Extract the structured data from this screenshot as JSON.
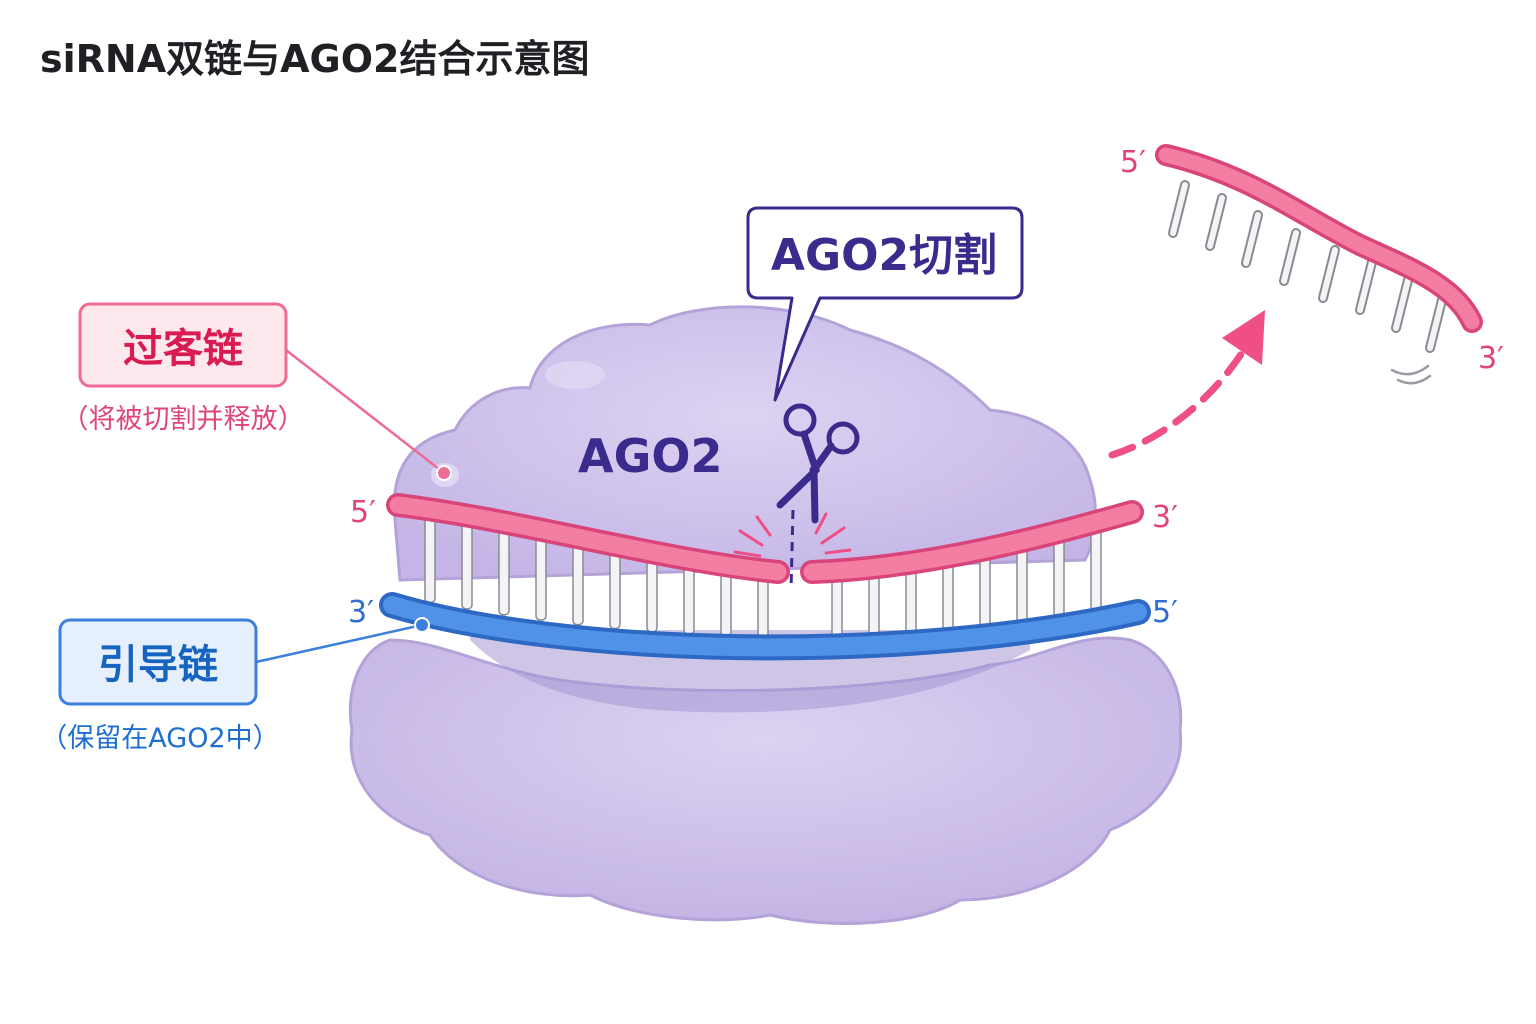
{
  "title": "siRNA双链与AGO2结合示意图",
  "protein": {
    "label": "AGO2",
    "body_color": "#cdbfe8",
    "edge_color": "#b6a6db",
    "label_color": "#3b2b8c"
  },
  "cleavage_callout": {
    "text": "AGO2切割",
    "text_color": "#3b2b8c",
    "border_color": "#3b2b8c",
    "scissors_icon": "scissors-icon"
  },
  "passenger_strand": {
    "label": "过客链",
    "note": "（将被切割并释放）",
    "color": "#ef6b93",
    "label_color": "#d81b50",
    "end_left": "5′",
    "end_right": "3′"
  },
  "guide_strand": {
    "label": "引导链",
    "note": "（保留在AGO2中）",
    "color": "#3c7fdc",
    "label_color": "#1565c0",
    "end_left": "3′",
    "end_right": "5′"
  },
  "released_fragment": {
    "end_left": "5′",
    "end_right": "3′",
    "color": "#ef6b93"
  }
}
